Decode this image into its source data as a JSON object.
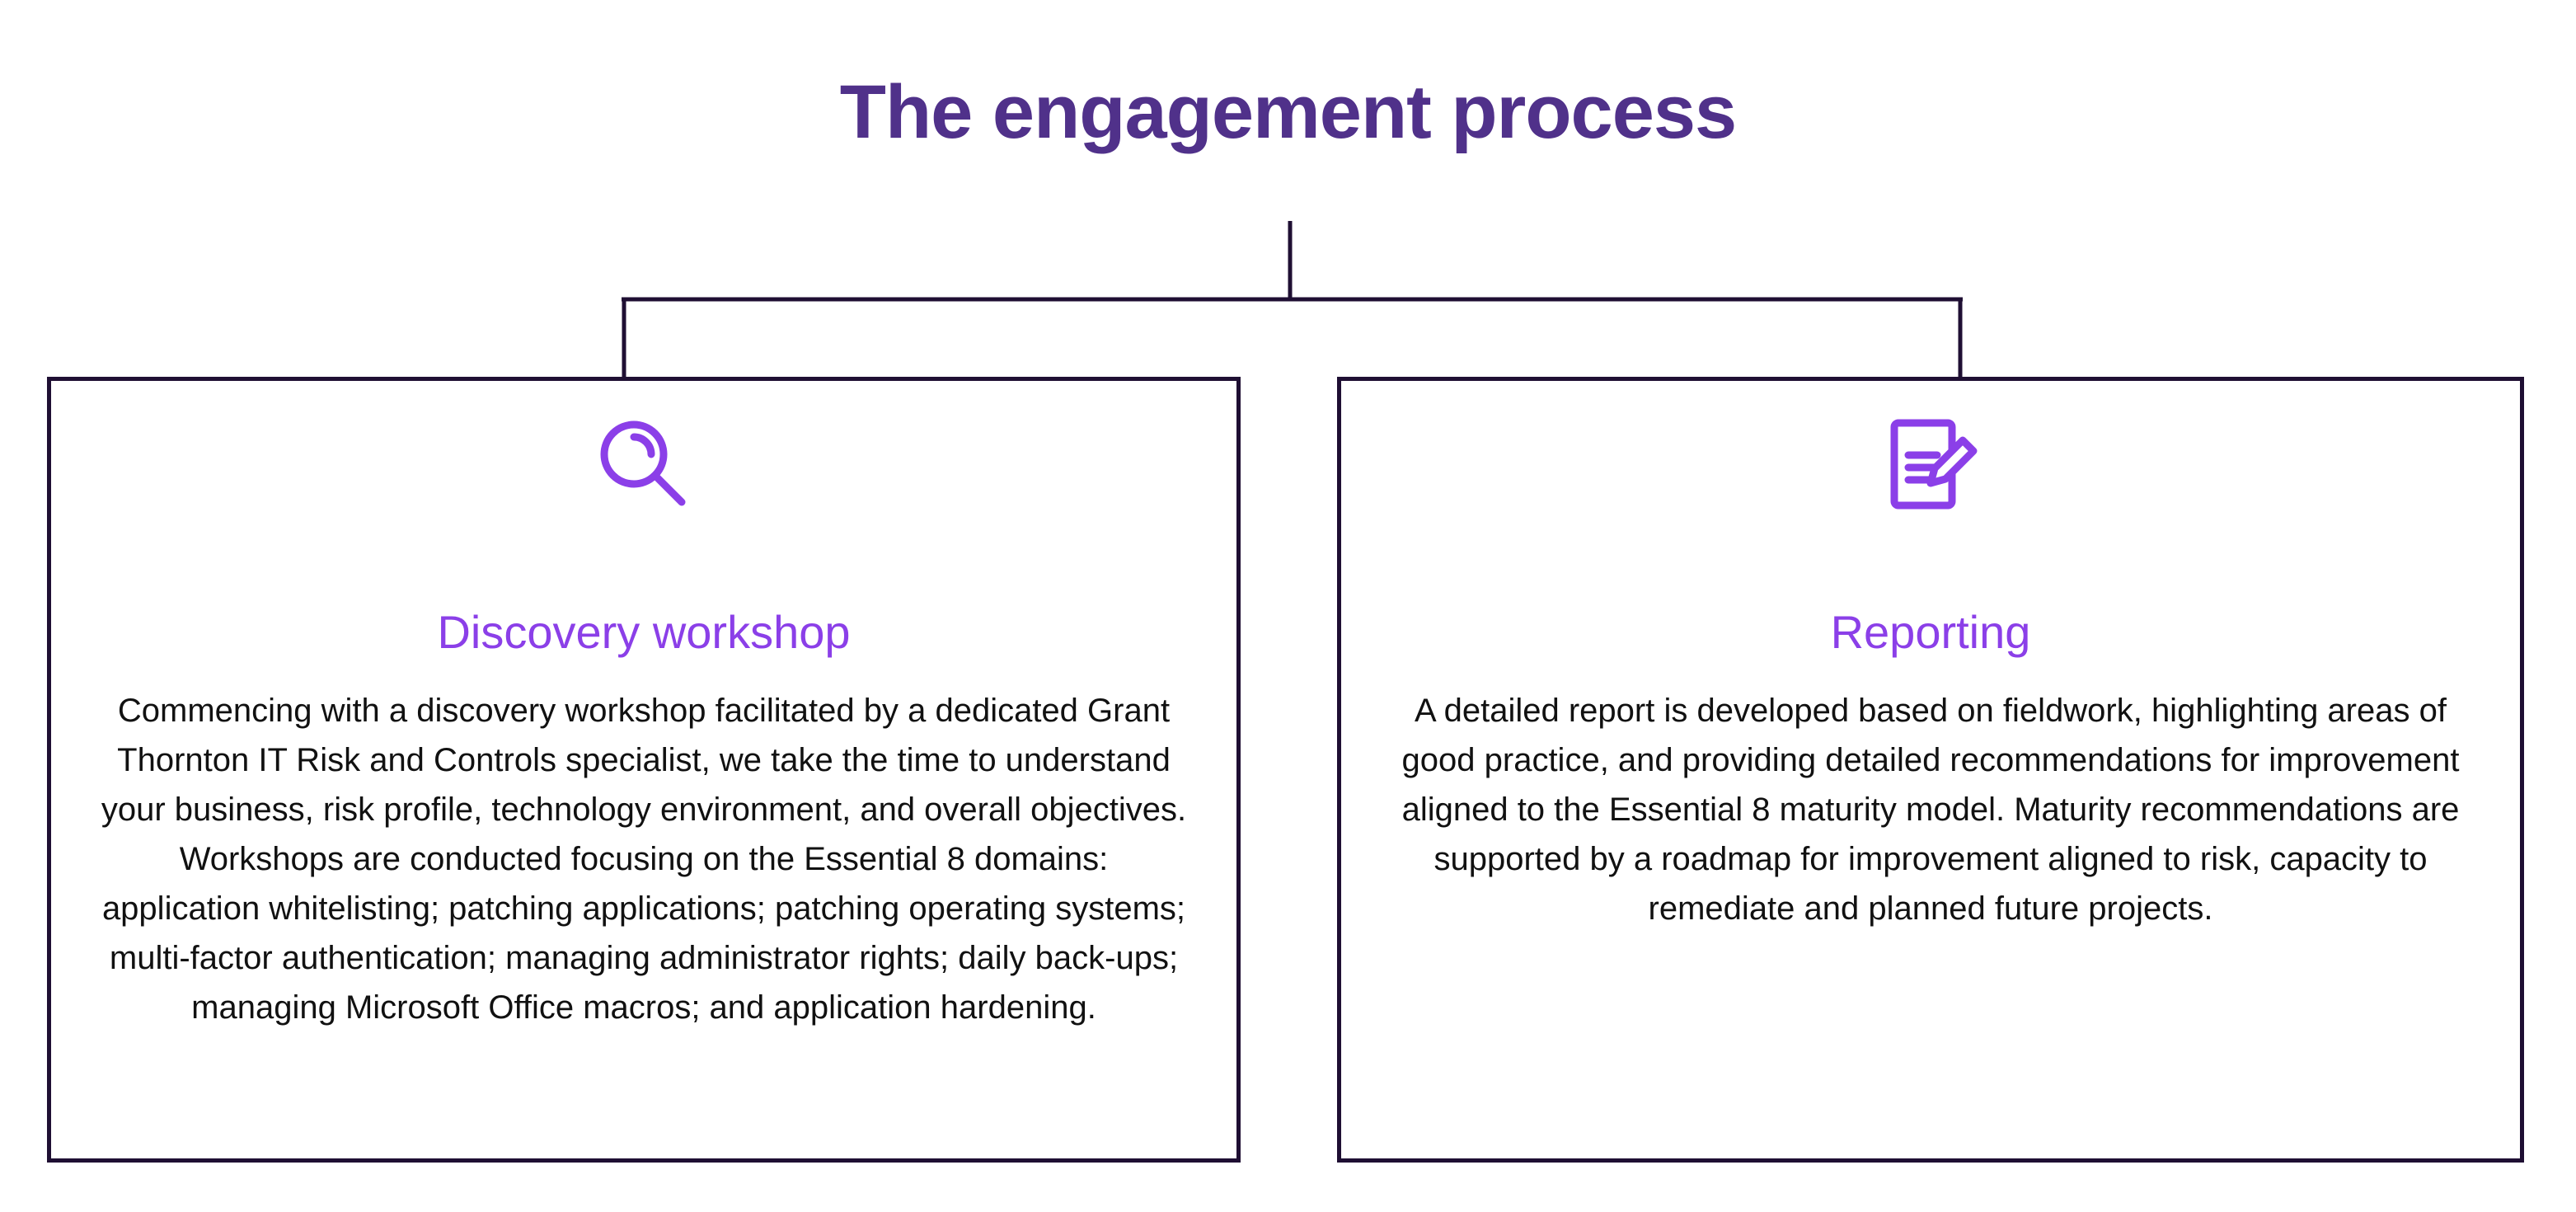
{
  "slide": {
    "title": "The engagement process",
    "title_color": "#50318A",
    "background": "#ffffff",
    "connector_color": "#1F0F33",
    "accent_color": "#8B3FE8",
    "body_text_color": "#111111",
    "box_border_color": "#1F0F33"
  },
  "cards": [
    {
      "id": "discovery-workshop",
      "icon": "magnifying-glass-icon",
      "heading": "Discovery workshop",
      "body": "Commencing with a discovery workshop facilitated by a dedicated Grant Thornton IT Risk and Controls specialist, we take the time to understand your business, risk profile, technology environment, and overall objectives. Workshops are conducted focusing on the Essential 8 domains: application whitelisting; patching applications; patching operating systems; multi-factor authentication; managing administrator rights; daily back-ups; managing Microsoft Office macros; and application hardening."
    },
    {
      "id": "reporting",
      "icon": "document-pencil-icon",
      "heading": "Reporting",
      "body": "A detailed report is developed based on fieldwork, highlighting areas of good practice, and providing detailed recommendations for improvement aligned to the Essential 8 maturity model. Maturity recommendations are supported by a roadmap for improvement aligned to risk, capacity to remediate and planned future projects."
    }
  ]
}
